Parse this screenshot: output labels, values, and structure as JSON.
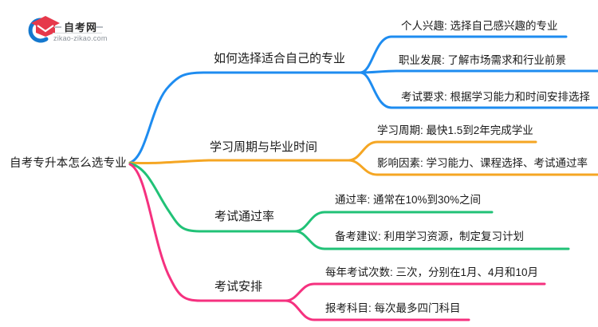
{
  "logo": {
    "title": "自考网",
    "domain": "zikao-zikao.com",
    "cap_color": "#e6394b",
    "swoosh_color": "#1478ce"
  },
  "colors": {
    "text": "#1a1a1a",
    "background": "#ffffff"
  },
  "mindmap": {
    "root": {
      "label": "自考专升本怎么选专业"
    },
    "branches": [
      {
        "label": "如何选择适合自己的专业",
        "color": "#1e8cf0",
        "children": [
          "个人兴趣: 选择自己感兴趣的专业",
          "职业发展: 了解市场需求和行业前景",
          "考试要求: 根据学习能力和时间安排选择"
        ]
      },
      {
        "label": "学习周期与毕业时间",
        "color": "#f5a623",
        "children": [
          "学习周期: 最快1.5到2年完成学业",
          "影响因素: 学习能力、课程选择、考试通过率"
        ]
      },
      {
        "label": "考试通过率",
        "color": "#21c277",
        "children": [
          "通过率: 通常在10%到30%之间",
          "备考建议: 利用学习资源，制定复习计划"
        ]
      },
      {
        "label": "考试安排",
        "color": "#f5317f",
        "children": [
          "每年考试次数: 三次，分别在1月、4月和10月",
          "报考科目: 每次最多四门科目"
        ]
      }
    ]
  }
}
